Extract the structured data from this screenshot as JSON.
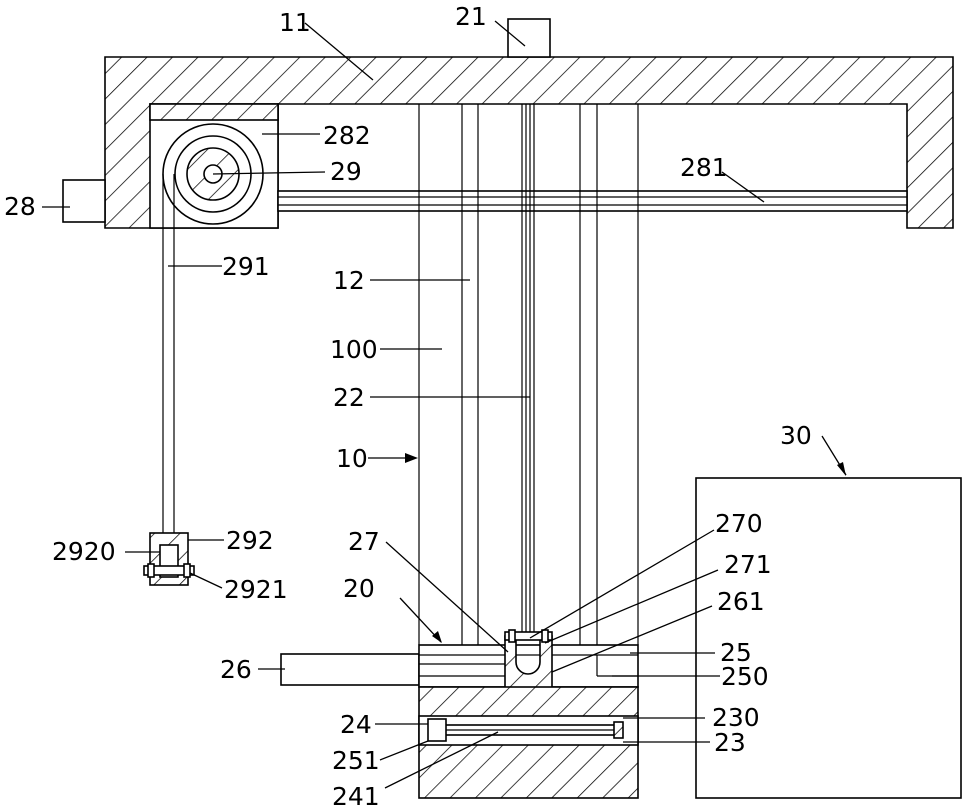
{
  "labels": {
    "l11": "11",
    "l21": "21",
    "l282": "282",
    "l29": "29",
    "l281": "281",
    "l28": "28",
    "l291": "291",
    "l12": "12",
    "l100": "100",
    "l22": "22",
    "l10": "10",
    "l30": "30",
    "l270": "270",
    "l271": "271",
    "l27": "27",
    "l261": "261",
    "l20": "20",
    "l25": "25",
    "l26": "26",
    "l250": "250",
    "l292": "292",
    "l2920": "2920",
    "l2921": "2921",
    "l24": "24",
    "l230": "230",
    "l23": "23",
    "l251": "251",
    "l241": "241"
  }
}
